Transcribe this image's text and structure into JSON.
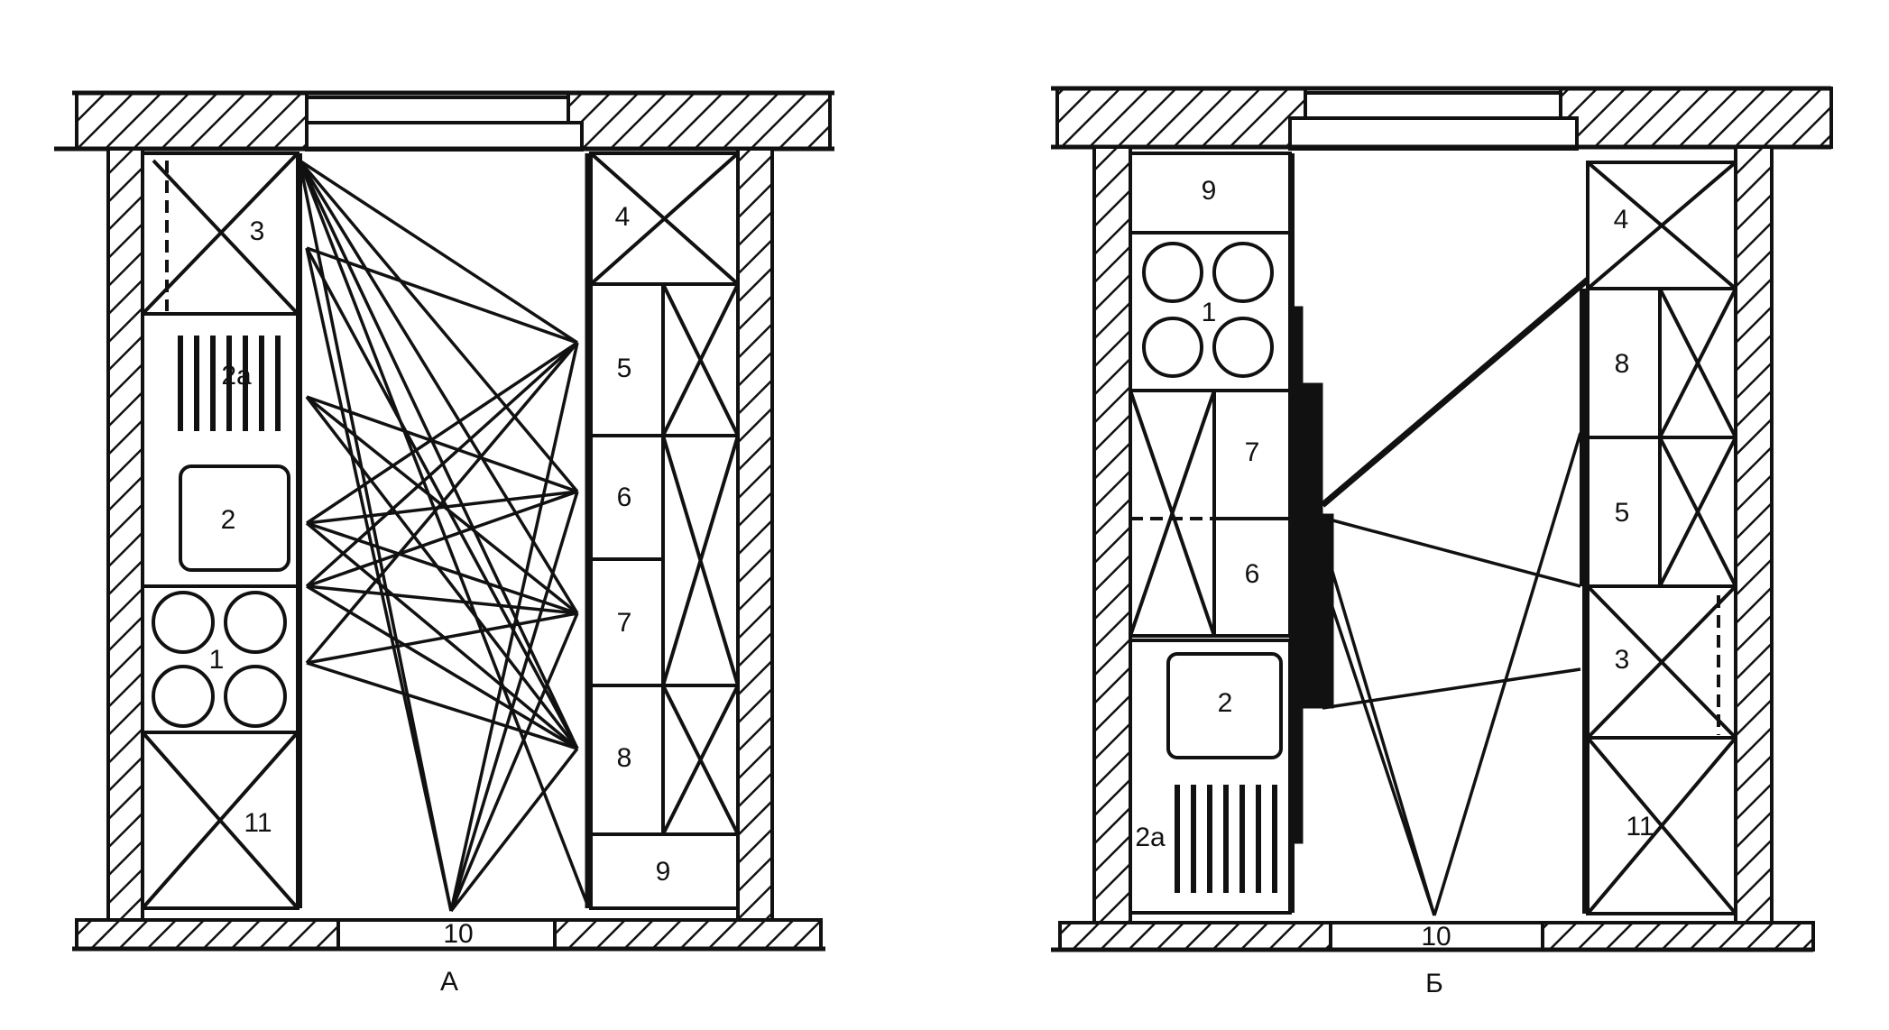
{
  "diagrams": [
    {
      "caption": "А",
      "labels": {
        "a_3": "3",
        "a_2a": "2а",
        "a_2": "2",
        "a_1": "1",
        "a_11": "11",
        "a_4": "4",
        "a_5": "5",
        "a_6": "6",
        "a_7": "7",
        "a_8": "8",
        "a_9": "9",
        "a_10": "10"
      }
    },
    {
      "caption": "Б",
      "labels": {
        "b_9": "9",
        "b_1": "1",
        "b_7": "7",
        "b_6": "6",
        "b_2": "2",
        "b_2a": "2а",
        "b_4": "4",
        "b_8": "8",
        "b_5": "5",
        "b_3": "3",
        "b_11": "11",
        "b_10": "10"
      }
    }
  ],
  "colors": {
    "ink": "#111111",
    "paper": "#ffffff"
  }
}
